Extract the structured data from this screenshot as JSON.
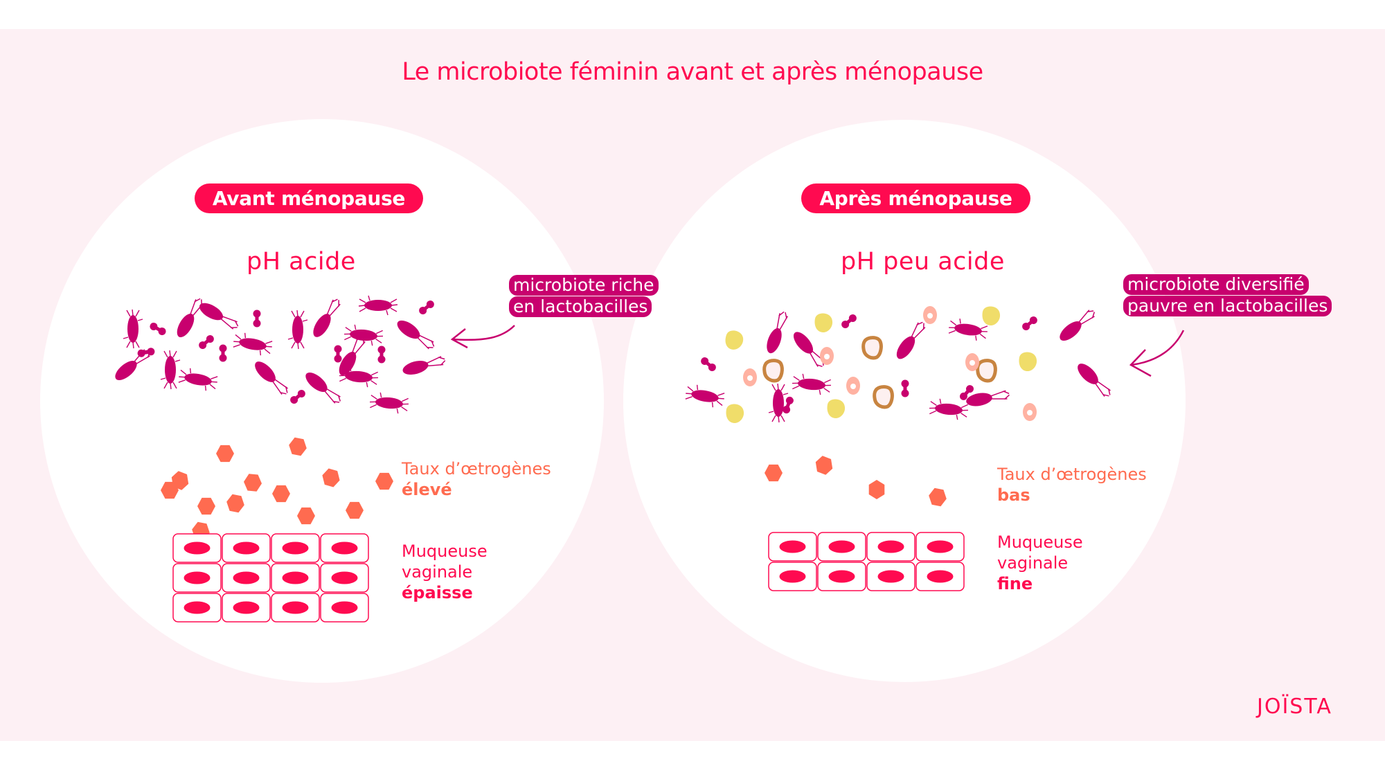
{
  "title": "Le microbiote féminin avant et après ménopause",
  "colors": {
    "background_band": "#FDF0F4",
    "brand_pink": "#FF0A50",
    "magenta": "#C8006E",
    "coral": "#FF6B50",
    "yellow": "#F0DD6A",
    "peach": "#FFB2A2",
    "brown": "#C88440"
  },
  "panels": [
    {
      "badge": "Avant ménopause",
      "ph": "pH acide",
      "microbiota_tag": [
        "microbiote riche",
        "en lactobacilles"
      ],
      "estrogen": {
        "label": "Taux d’œtrogènes",
        "level": "élevé",
        "hexagon_count": 13
      },
      "mucosa": {
        "label_lines": [
          "Muqueuse",
          "vaginale"
        ],
        "level": "épaisse",
        "cell_rows": 3,
        "cell_cols": 4
      }
    },
    {
      "badge": "Après ménopause",
      "ph": "pH peu acide",
      "microbiota_tag": [
        "microbiote diversifié",
        "pauvre en lactobacilles"
      ],
      "estrogen": {
        "label": "Taux d’œtrogènes",
        "level": "bas",
        "hexagon_count": 4
      },
      "mucosa": {
        "label_lines": [
          "Muqueuse",
          "vaginale"
        ],
        "level": "fine",
        "cell_rows": 2,
        "cell_cols": 4
      }
    }
  ],
  "logo": "JOÏSTA"
}
